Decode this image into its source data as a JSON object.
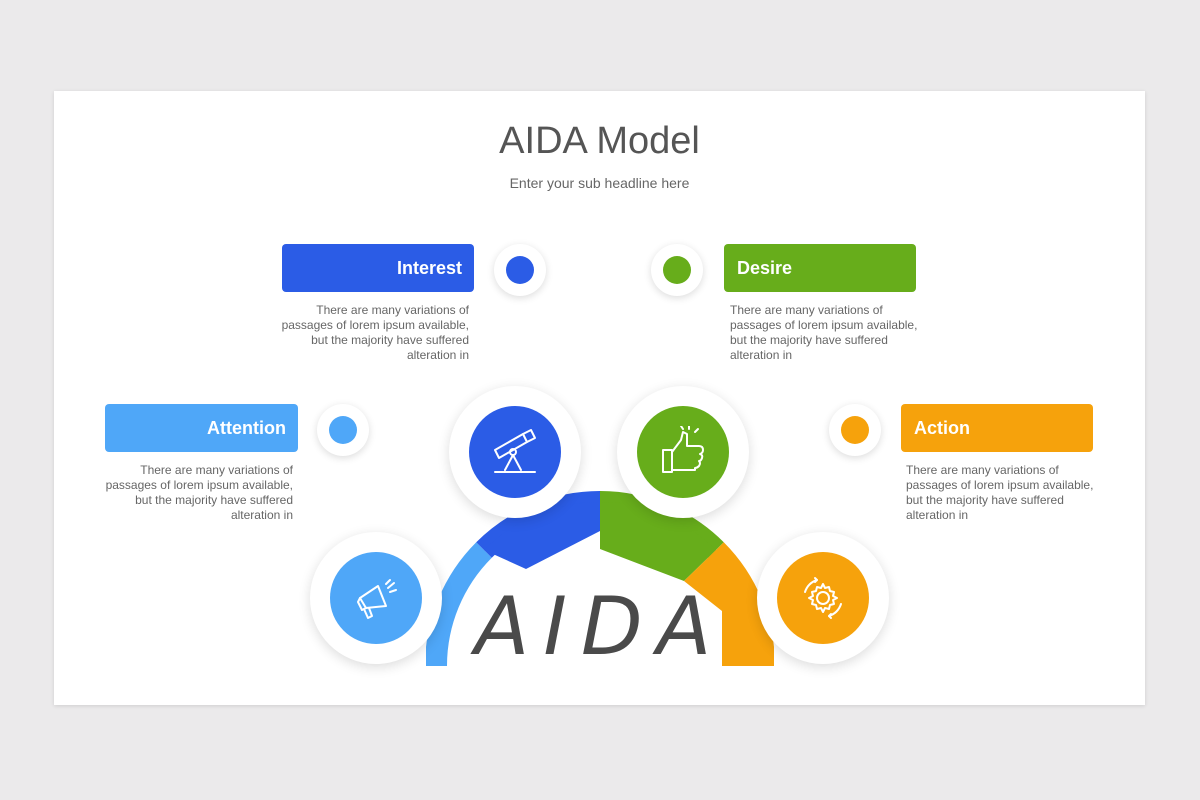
{
  "title": "AIDA Model",
  "subtitle": "Enter your sub headline here",
  "stages": {
    "attention": {
      "label": "Attention",
      "description": "There are many variations of passages of lorem ipsum available, but the majority have suffered alteration in",
      "color": "#4fa7f8",
      "icon": "megaphone-icon"
    },
    "interest": {
      "label": "Interest",
      "description": "There are many variations of passages of lorem ipsum available, but the majority have suffered alteration in",
      "color": "#2b5ce6",
      "icon": "telescope-icon"
    },
    "desire": {
      "label": "Desire",
      "description": "There are many variations of passages of lorem ipsum available, but the majority have suffered alteration in",
      "color": "#67ad1b",
      "icon": "thumbs-up-icon"
    },
    "action": {
      "label": "Action",
      "description": "There are many variations of passages of lorem ipsum available, but the majority have suffered alteration in",
      "color": "#f6a20c",
      "icon": "gear-icon"
    }
  },
  "center_word": "AIDA"
}
